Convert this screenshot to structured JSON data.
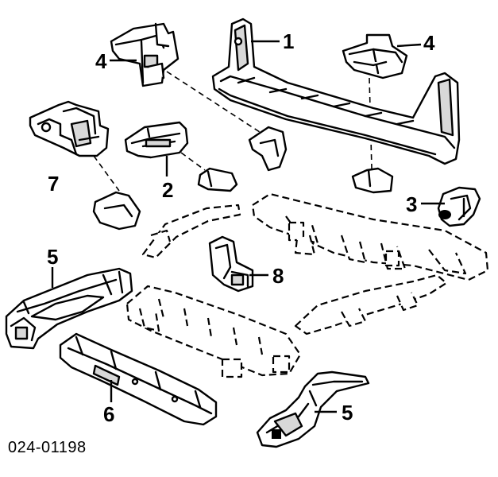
{
  "figure_code": "024-01198",
  "callouts": {
    "c1": "1",
    "c2": "2",
    "c3": "3",
    "c4a": "4",
    "c4b": "4",
    "c5a": "5",
    "c5b": "5",
    "c6": "6",
    "c7": "7",
    "c8": "8"
  }
}
